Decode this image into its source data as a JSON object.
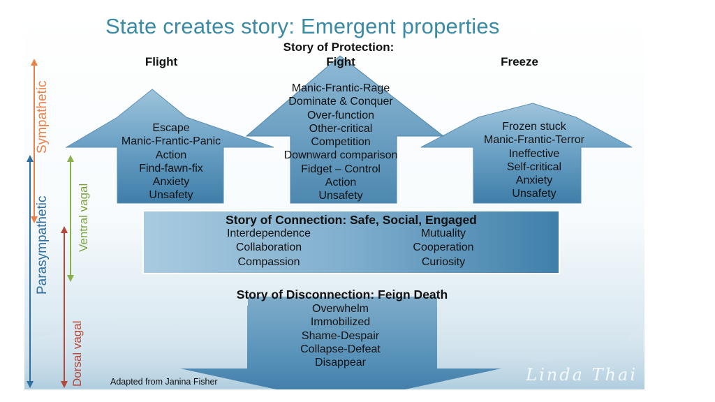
{
  "title": "State creates story: Emergent properties",
  "protection": {
    "heading": "Story of Protection:",
    "flight": {
      "label": "Flight",
      "items": [
        "Escape",
        "Manic-Frantic-Panic",
        "Action",
        "Find-fawn-fix",
        "Anxiety",
        "Unsafety"
      ]
    },
    "fight": {
      "label": "Fight",
      "items": [
        "Manic-Frantic-Rage",
        "Dominate & Conquer",
        "Over-function",
        "Other-critical",
        "Competition",
        "Downward comparison",
        "Fidget – Control",
        "Action",
        "Unsafety"
      ]
    },
    "freeze": {
      "label": "Freeze",
      "items": [
        "Frozen stuck",
        "Manic-Frantic-Terror",
        "Ineffective",
        "Self-critical",
        "Anxiety",
        "Unsafety"
      ]
    }
  },
  "connection": {
    "heading": "Story of Connection: Safe, Social, Engaged",
    "left": [
      "Interdependence",
      "Collaboration",
      "Compassion"
    ],
    "right": [
      "Mutuality",
      "Cooperation",
      "Curiosity"
    ]
  },
  "disconnection": {
    "heading": "Story of Disconnection: Feign Death",
    "items": [
      "Overwhelm",
      "Immobilized",
      "Shame-Despair",
      "Collapse-Defeat",
      "Disappear"
    ]
  },
  "side_labels": {
    "sympathetic": "Sympathetic",
    "parasympathetic": "Parasympathetic",
    "ventral_vagal": "Ventral vagal",
    "dorsal_vagal": "Dorsal vagal"
  },
  "credit": "Adapted from Janina Fisher",
  "signature": "Linda Thai",
  "colors": {
    "title": "#3a8aa6",
    "arrow_blue": "#4a8bb2",
    "sympathetic": "#e8824a",
    "parasympathetic": "#2f6f9f",
    "ventral_vagal": "#8ab04a",
    "dorsal_vagal": "#b5473a"
  }
}
